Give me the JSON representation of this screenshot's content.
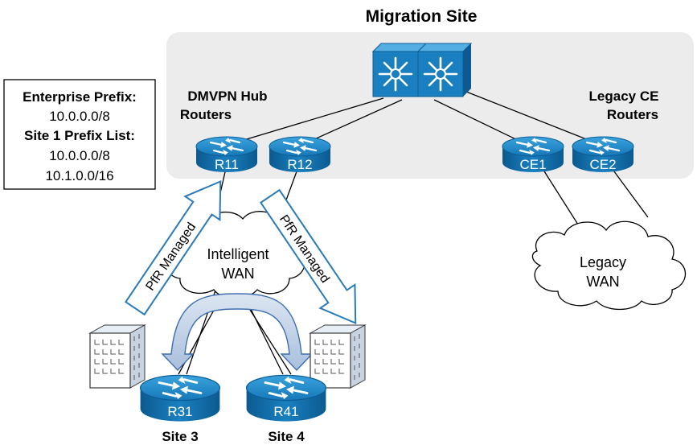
{
  "title": "Migration Site",
  "prefix_box": {
    "enterprise_heading": "Enterprise Prefix:",
    "enterprise_value": "10.0.0.0/8",
    "site1_heading": "Site 1 Prefix List:",
    "site1_values": [
      "10.0.0.0/8",
      "10.1.0.0/16"
    ]
  },
  "groups": {
    "dmvpn_hub": [
      "DMVPN Hub",
      "Routers"
    ],
    "legacy_ce": [
      "Legacy CE",
      "Routers"
    ]
  },
  "routers": {
    "r11": "R11",
    "r12": "R12",
    "ce1": "CE1",
    "ce2": "CE2",
    "r31": "R31",
    "r41": "R41"
  },
  "clouds": {
    "intelligent_wan": [
      "Intelligent",
      "WAN"
    ],
    "legacy_wan": [
      "Legacy",
      "WAN"
    ]
  },
  "arrows": {
    "left": "PfR Managed",
    "right": "PfR Managed"
  },
  "sites": {
    "site3": "Site 3",
    "site4": "Site 4"
  },
  "colors": {
    "router_blue": "#1d7fbf",
    "router_dark": "#0d5d95",
    "site_panel": "#ececec",
    "path_arrow": "#c3d2e6"
  },
  "icons": [
    "layer3-switch-icon",
    "router-icon",
    "cloud-icon",
    "building-icon"
  ]
}
